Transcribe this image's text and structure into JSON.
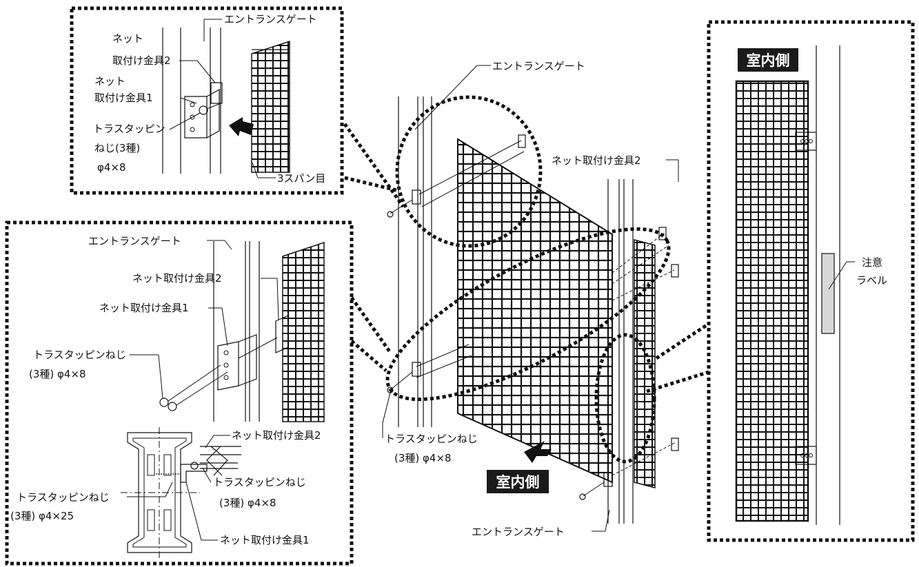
{
  "top_left_panel": {
    "gate": "エントランスゲート",
    "bracket2_line1": "ネット",
    "bracket2_line2": "取付け金具2",
    "bracket1_line1": "ネット",
    "bracket1_line2": "取付け金具1",
    "screw_line1": "トラスタッピン",
    "screw_line2": "ねじ(3種)",
    "screw_line3": "φ4×8",
    "span": "3スパン目"
  },
  "bottom_left_panel": {
    "gate": "エントランスゲート",
    "bracket2": "ネット取付け金具2",
    "bracket1": "ネット取付け金具1",
    "screw_line1": "トラスタッピンねじ",
    "screw_line2": "(3種) φ4×8",
    "section_bracket2": "ネット取付け金具2",
    "section_screw_a_line1": "トラスタッピンねじ",
    "section_screw_a_line2": "(3種) φ4×8",
    "section_screw_b_line1": "トラスタッピンねじ",
    "section_screw_b_line2": "(3種) φ4×25",
    "section_bracket1": "ネット取付け金具1"
  },
  "center": {
    "gate_top": "エントランスゲート",
    "bracket2": "ネット取付け金具2",
    "screw_line1": "トラスタッピンねじ",
    "screw_line2": "(3種) φ4×8",
    "indoor": "室内側",
    "gate_bottom": "エントランスゲート"
  },
  "right_panel": {
    "indoor": "室内側",
    "caution_line1": "注意",
    "caution_line2": "ラベル"
  }
}
